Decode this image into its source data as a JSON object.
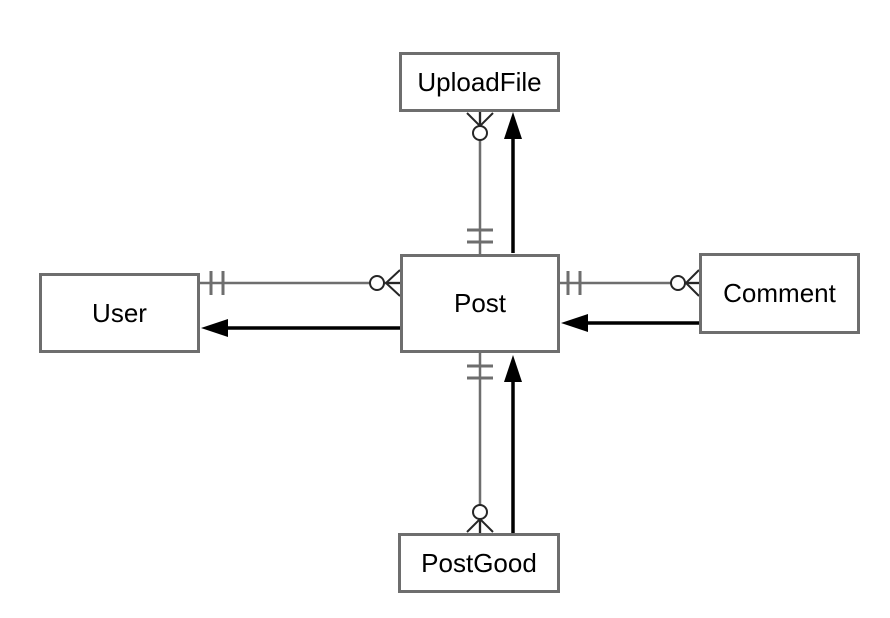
{
  "diagram": {
    "type": "entity-relationship-diagram",
    "background": "#ffffff",
    "colors": {
      "box_border": "#6e6e6e",
      "box_fill": "#ffffff",
      "relation_line": "#6e6e6e",
      "notation_stroke": "#262626",
      "arrow": "#000000",
      "label_text": "#000000"
    },
    "entities": [
      {
        "id": "upload-file",
        "label": "UploadFile"
      },
      {
        "id": "user",
        "label": "User"
      },
      {
        "id": "post",
        "label": "Post"
      },
      {
        "id": "comment",
        "label": "Comment"
      },
      {
        "id": "post-good",
        "label": "PostGood"
      }
    ],
    "relationships": [
      {
        "from": "Post",
        "to": "UploadFile",
        "from_end": "exactly-one (double tick)",
        "to_end": "zero-or-many (ring + crow's foot)"
      },
      {
        "from": "User",
        "to": "Post",
        "from_end": "exactly-one (double tick)",
        "to_end": "zero-or-many (ring + crow's foot)"
      },
      {
        "from": "Post",
        "to": "Comment",
        "from_end": "exactly-one (double tick)",
        "to_end": "zero-or-many (ring + crow's foot)"
      },
      {
        "from": "Post",
        "to": "PostGood",
        "from_end": "exactly-one (double tick)",
        "to_end": "zero-or-many (ring + crow's foot)"
      }
    ],
    "arrows": [
      {
        "from": "Post",
        "to": "UploadFile",
        "direction": "up"
      },
      {
        "from": "Post",
        "to": "User",
        "direction": "left"
      },
      {
        "from": "Comment",
        "to": "Post",
        "direction": "left"
      },
      {
        "from": "PostGood",
        "to": "Post",
        "direction": "up"
      }
    ]
  }
}
